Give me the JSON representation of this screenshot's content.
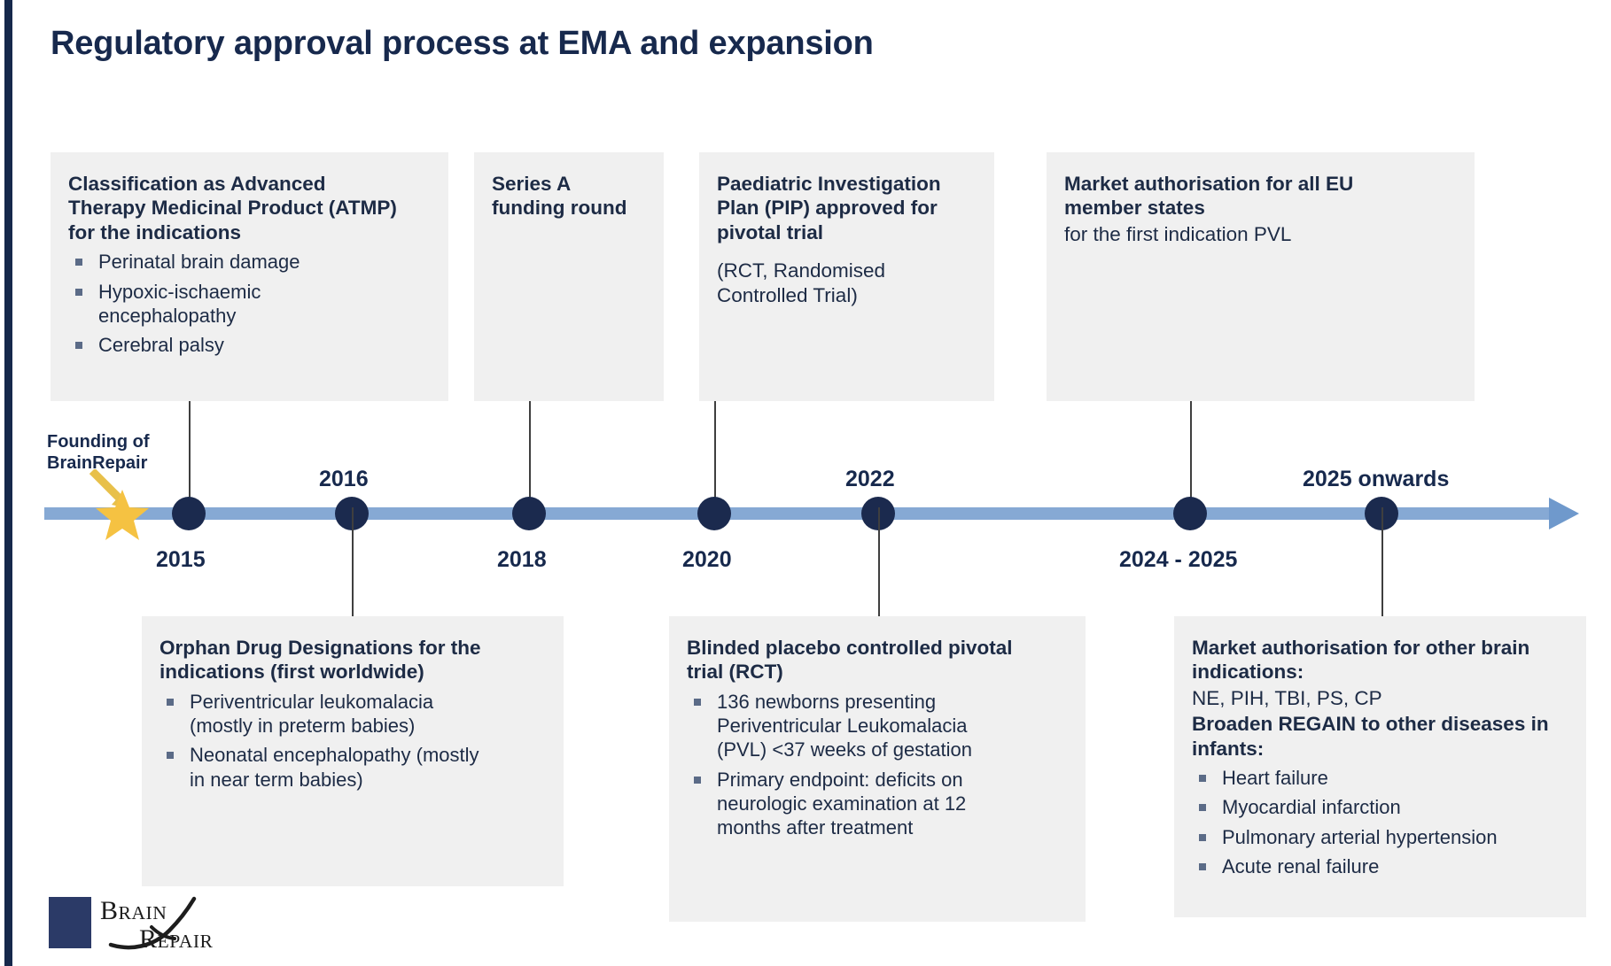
{
  "page": {
    "title": "Regulatory approval process at EMA and expansion",
    "accent_color": "#16284b",
    "card_bg": "#f0f0f0",
    "timeline_bar_color": "#86a9d4",
    "timeline_dot_color": "#1b2a4e",
    "star_color": "#f5c242"
  },
  "founding": {
    "label": "Founding of\nBrainRepair"
  },
  "timeline": {
    "years_above": [
      {
        "label": "2016"
      },
      {
        "label": "2022"
      },
      {
        "label": "2025 onwards"
      }
    ],
    "years_below": [
      {
        "label": "2015"
      },
      {
        "label": "2018"
      },
      {
        "label": "2020"
      },
      {
        "label": "2024 - 2025"
      }
    ]
  },
  "cards_top": [
    {
      "title": "Classification as Advanced\nTherapy Medicinal Product (ATMP)\nfor the indications",
      "subtitle": "",
      "bullets": [
        "Perinatal brain damage",
        "Hypoxic-ischaemic\nencephalopathy",
        "Cerebral palsy"
      ]
    },
    {
      "title": "Series A\nfunding round",
      "subtitle": "",
      "bullets": []
    },
    {
      "title": "Paediatric Investigation\nPlan (PIP) approved for\npivotal trial",
      "subtitle": "(RCT, Randomised\nControlled Trial)",
      "bullets": []
    },
    {
      "title": "Market authorisation for all EU\nmember states",
      "subtitle": "for the first indication PVL",
      "bullets": []
    }
  ],
  "cards_bottom": [
    {
      "title": "Orphan Drug Designations for the\nindications (first worldwide)",
      "subtitle": "",
      "subtitle2": "",
      "bullets": [
        "Periventricular leukomalacia\n(mostly in preterm babies)",
        "Neonatal encephalopathy (mostly\nin near term babies)"
      ]
    },
    {
      "title": "Blinded placebo controlled pivotal\ntrial (RCT)",
      "subtitle": "",
      "subtitle2": "",
      "bullets": [
        "136 newborns presenting\nPeriventricular Leukomalacia\n(PVL) <37 weeks of gestation",
        "Primary endpoint: deficits on\nneurologic examination at 12\nmonths after treatment"
      ]
    },
    {
      "title": "Market authorisation for other brain\nindications:",
      "subtitle": "NE, PIH, TBI, PS, CP",
      "subtitle2": "Broaden REGAIN to other diseases in\ninfants:",
      "bullets": [
        "Heart failure",
        "Myocardial infarction",
        "Pulmonary arterial hypertension",
        "Acute renal failure"
      ]
    }
  ],
  "logo": {
    "word1_first": "B",
    "word1_rest": "RAIN",
    "word2_first": "R",
    "word2_rest": "EPAIR"
  }
}
